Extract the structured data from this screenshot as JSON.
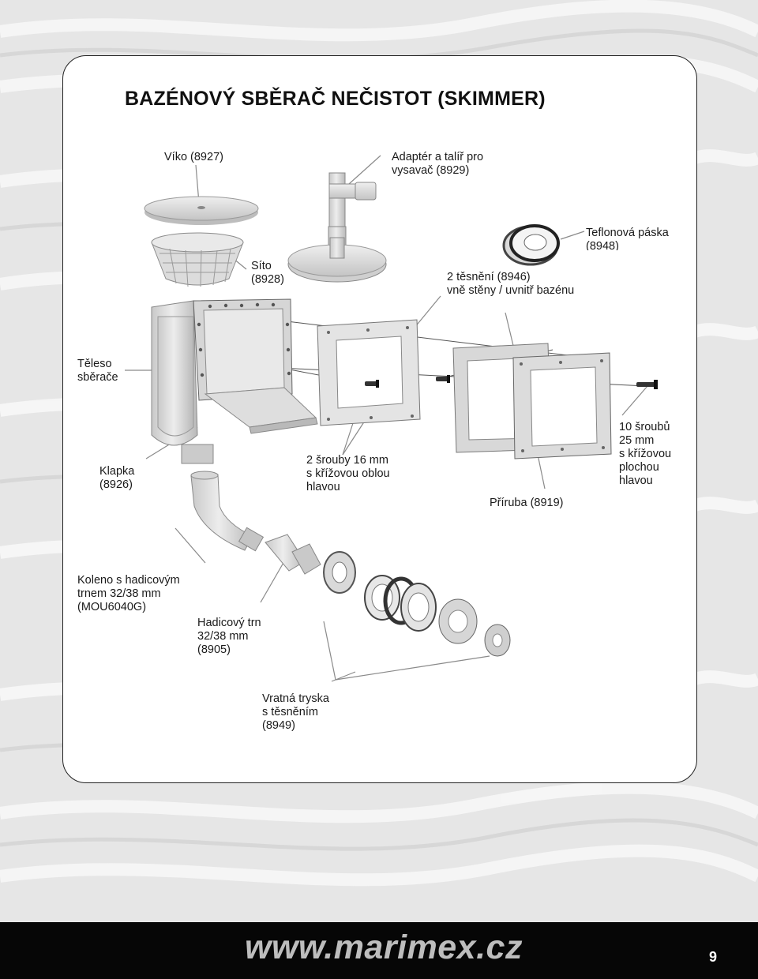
{
  "title": "BAZÉNOVÝ SBĚRAČ NEČISTOT (SKIMMER)",
  "labels": {
    "lid": "Víko (8927)",
    "adapter": [
      "Adaptér a talíř pro",
      "vysavač (8929)"
    ],
    "teflon": [
      "Teflonová páska",
      "(8948)"
    ],
    "basket": [
      "Síto",
      "(8928)"
    ],
    "gaskets": [
      "2 těsnění (8946)",
      "vně stěny / uvnitř bazénu"
    ],
    "body": [
      "Těleso",
      "sběrače"
    ],
    "flap": [
      "Klapka",
      "(8926)"
    ],
    "screws16": [
      "2 šrouby 16 mm",
      "s křížovou oblou",
      "hlavou"
    ],
    "screws25": [
      "10 šroubů",
      "25 mm",
      "s křížovou",
      "plochou",
      "hlavou"
    ],
    "flange": "Příruba (8919)",
    "elbow": [
      "Koleno s hadicovým",
      "trnem 32/38 mm",
      "(MOU6040G)"
    ],
    "hose_tail": [
      "Hadicový trn",
      "32/38 mm",
      "(8905)"
    ],
    "nozzle": [
      "Vratná tryska",
      "s těsněním",
      "(8949)"
    ]
  },
  "footer": {
    "url": "www.marimex.cz",
    "page": "9"
  }
}
